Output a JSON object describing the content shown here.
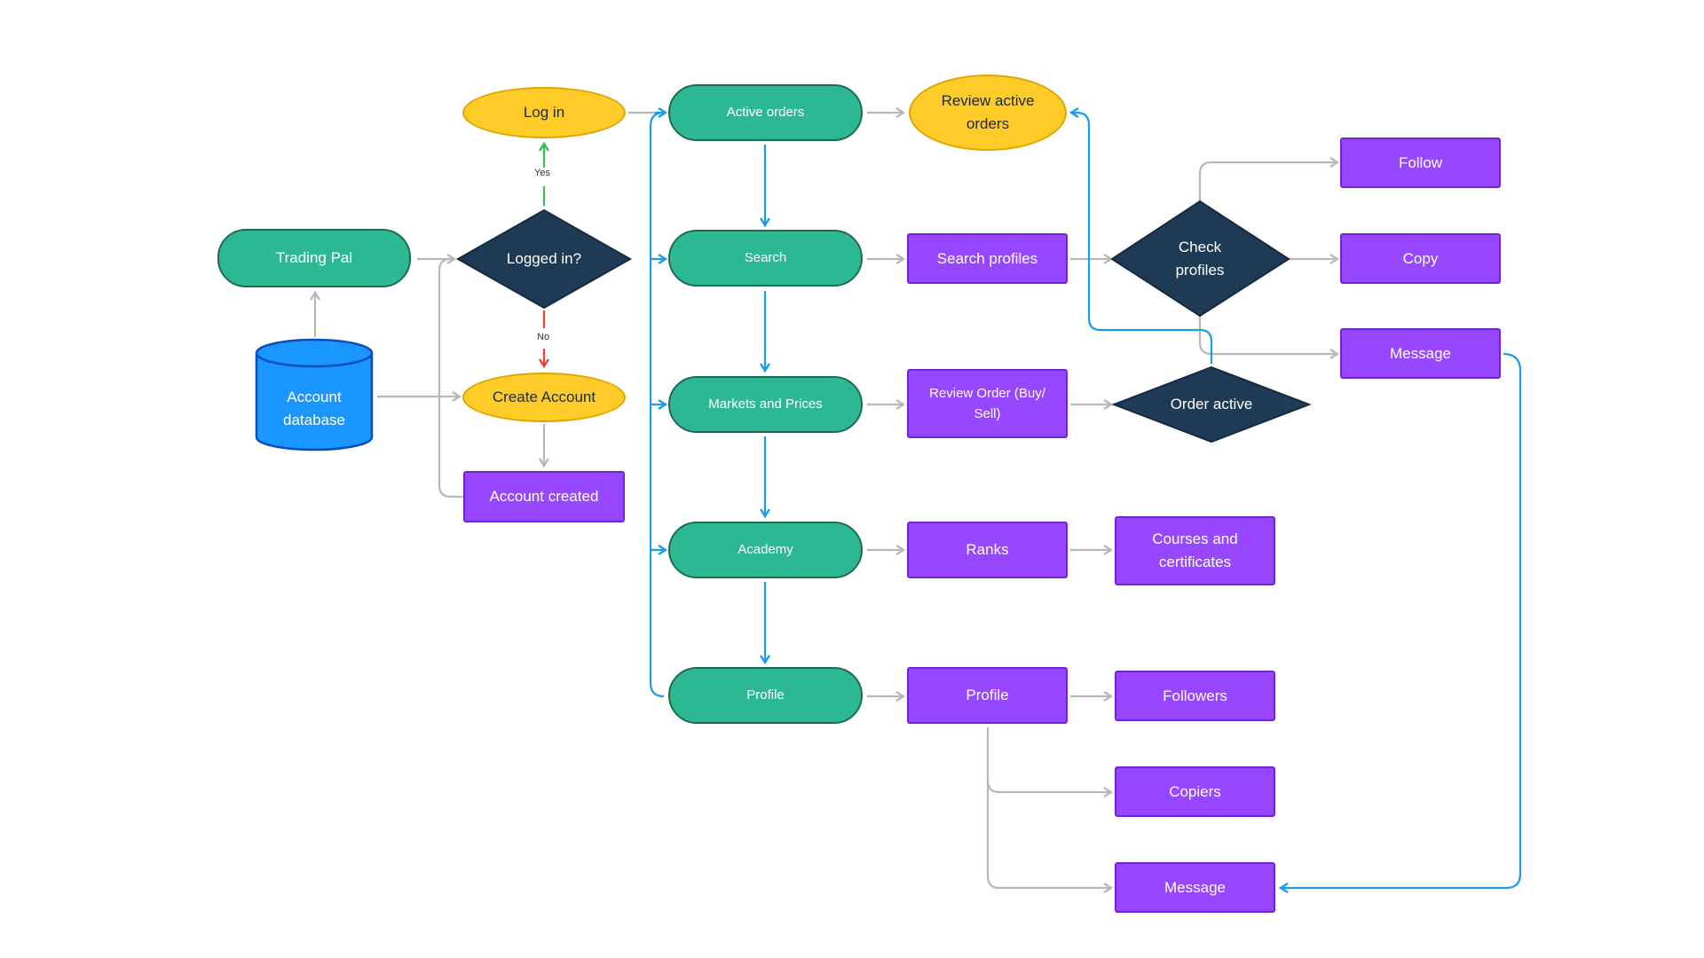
{
  "colors": {
    "teal": "#2db894",
    "purple": "#9747ff",
    "yellow": "#ffcb29",
    "navy": "#1e3a55",
    "database_blue": "#1a96ff",
    "connector_gray": "#b8b8b8",
    "connector_blue": "#1e9be9",
    "yes_green": "#2fc05a",
    "no_red": "#e8403a"
  },
  "nodes": {
    "trading_pal": "Trading Pal",
    "account_database": "Account\ndatabase",
    "logged_in": "Logged in?",
    "log_in": "Log in",
    "create_account": "Create Account",
    "account_created": "Account created",
    "active_orders": "Active orders",
    "search": "Search",
    "markets_and_prices": "Markets and Prices",
    "academy": "Academy",
    "profile_main": "Profile",
    "review_active_orders": "Review active\norders",
    "search_profiles": "Search profiles",
    "review_order": "Review Order (Buy/\nSell)",
    "ranks": "Ranks",
    "profile_sub": "Profile",
    "check_profiles": "Check\nprofiles",
    "order_active": "Order active",
    "courses_and_certificates": "Courses and\ncertificates",
    "followers": "Followers",
    "copiers": "Copiers",
    "message_profile": "Message",
    "follow": "Follow",
    "copy": "Copy",
    "message_check": "Message"
  },
  "edge_labels": {
    "yes": "Yes",
    "no": "No"
  }
}
